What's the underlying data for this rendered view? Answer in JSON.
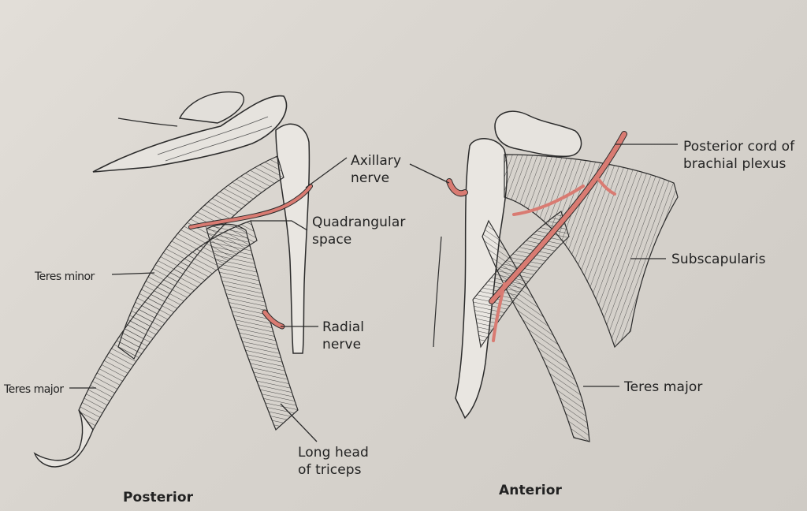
{
  "posterior": {
    "axillary_nerve": [
      "Axillary",
      "nerve"
    ],
    "quadrangular_space": [
      "Quadrangular",
      "space"
    ],
    "radial_nerve": [
      "Radial",
      "nerve"
    ],
    "long_head_triceps": [
      "Long head",
      "of triceps"
    ],
    "teres_minor": "Teres minor",
    "teres_major": "Teres major",
    "caption": "Posterior"
  },
  "anterior": {
    "posterior_cord": [
      "Posterior cord of",
      "brachial plexus"
    ],
    "subscapularis": "Subscapularis",
    "teres_major": "Teres major",
    "caption": "Anterior"
  },
  "colors": {
    "nerve": "#d97b72",
    "ink": "#2b2b2b",
    "background": "#dcd8d2"
  }
}
